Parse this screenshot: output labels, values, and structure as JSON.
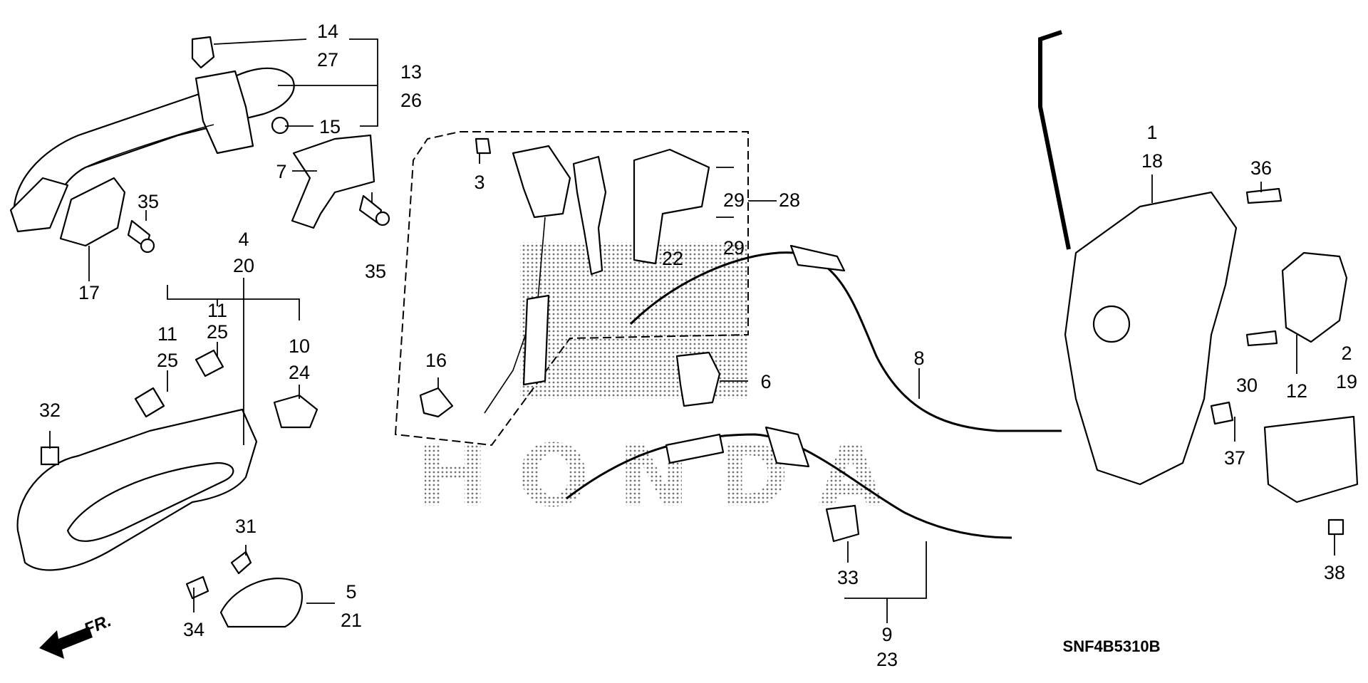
{
  "diagram": {
    "code": "SNF4B5310B",
    "direction_label": "FR.",
    "watermark": "HONDA",
    "callouts": {
      "c14": "14",
      "c27": "27",
      "c13": "13",
      "c26": "26",
      "c15": "15",
      "c7": "7",
      "c35a": "35",
      "c35b": "35",
      "c17": "17",
      "c4": "4",
      "c20": "20",
      "c11a": "11",
      "c25a": "25",
      "c11b": "11",
      "c25b": "25",
      "c10": "10",
      "c24": "24",
      "c32": "32",
      "c31": "31",
      "c34": "34",
      "c5": "5",
      "c21": "21",
      "c3": "3",
      "c16": "16",
      "c29a": "29",
      "c29b": "29",
      "c28": "28",
      "c22": "22",
      "c6": "6",
      "c8": "8",
      "c9": "9",
      "c23": "23",
      "c33": "33",
      "c1": "1",
      "c18": "18",
      "c36": "36",
      "c30": "30",
      "c12": "12",
      "c2": "2",
      "c19": "19",
      "c37": "37",
      "c38": "38"
    }
  }
}
